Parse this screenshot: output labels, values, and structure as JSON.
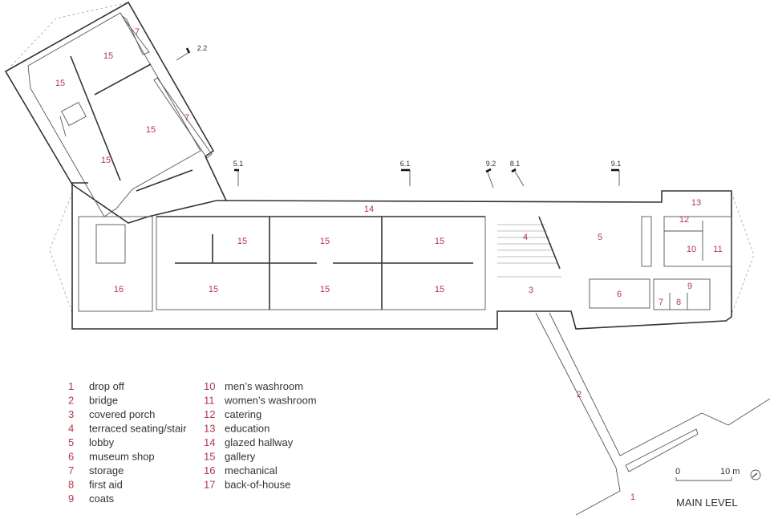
{
  "plan": {
    "room_tags": [
      "15",
      "15",
      "15",
      "15",
      "7",
      "7",
      "15",
      "15",
      "15",
      "15",
      "15",
      "15",
      "16",
      "14",
      "4",
      "5",
      "3",
      "6",
      "13",
      "12",
      "10",
      "11",
      "9",
      "7",
      "8",
      "2",
      "1"
    ],
    "section_markers": [
      "2.2",
      "5.1",
      "6.1",
      "9.2",
      "8.1",
      "9.1"
    ]
  },
  "legend": [
    {
      "num": "1",
      "label": "drop off"
    },
    {
      "num": "2",
      "label": "bridge"
    },
    {
      "num": "3",
      "label": "covered porch"
    },
    {
      "num": "4",
      "label": "terraced seating/stair"
    },
    {
      "num": "5",
      "label": "lobby"
    },
    {
      "num": "6",
      "label": "museum shop"
    },
    {
      "num": "7",
      "label": "storage"
    },
    {
      "num": "8",
      "label": "first aid"
    },
    {
      "num": "9",
      "label": "coats"
    },
    {
      "num": "10",
      "label": "men’s washroom"
    },
    {
      "num": "11",
      "label": "women’s washroom"
    },
    {
      "num": "12",
      "label": "catering"
    },
    {
      "num": "13",
      "label": "education"
    },
    {
      "num": "14",
      "label": "glazed hallway"
    },
    {
      "num": "15",
      "label": "gallery"
    },
    {
      "num": "16",
      "label": "mechanical"
    },
    {
      "num": "17",
      "label": "back-of-house"
    }
  ],
  "scale": {
    "start": "0",
    "end": "10 m"
  },
  "level_title": "MAIN LEVEL",
  "colors": {
    "label": "#b5374a",
    "line": "#333333"
  }
}
